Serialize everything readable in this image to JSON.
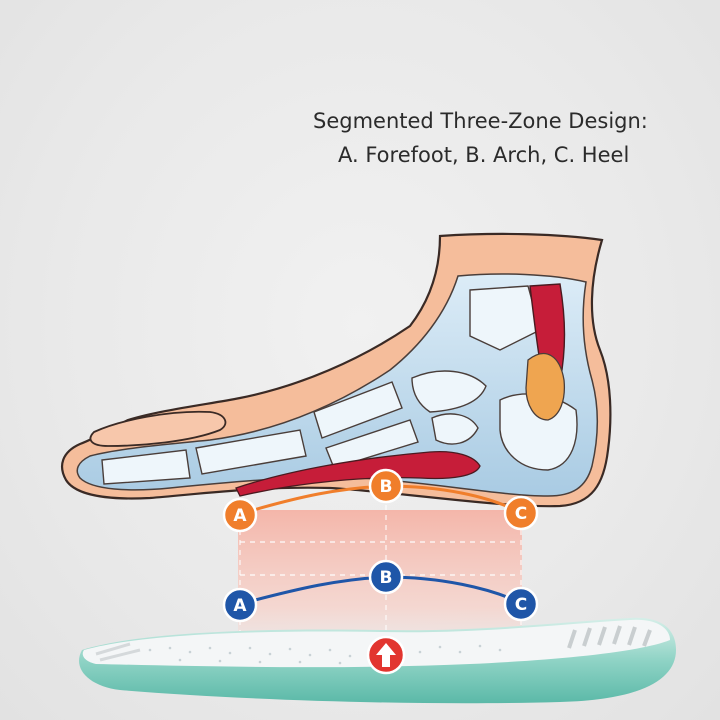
{
  "heading": {
    "line1": "Segmented Three-Zone Design:",
    "line2": "A. Forefoot, B. Arch, C. Heel"
  },
  "zones_top": [
    {
      "letter": "A",
      "zone": "forefoot",
      "color": "#f07e2b"
    },
    {
      "letter": "B",
      "zone": "arch",
      "color": "#f07e2b"
    },
    {
      "letter": "C",
      "zone": "heel",
      "color": "#f07e2b"
    }
  ],
  "zones_bottom": [
    {
      "letter": "A",
      "zone": "forefoot",
      "color": "#1f56a8"
    },
    {
      "letter": "B",
      "zone": "arch",
      "color": "#1f56a8"
    },
    {
      "letter": "C",
      "zone": "heel",
      "color": "#1f56a8"
    }
  ],
  "icons": {
    "up_arrow": "up-arrow-icon",
    "up_arrow_color": "#e2352f"
  },
  "colors": {
    "skin": "#f5bd9b",
    "skin_outline": "#3a2a25",
    "bone": "#b9d6ea",
    "muscle": "#c61d39",
    "fat_pad": "#efa550",
    "insole_foam": "#8fd3c5",
    "pressure_band": "#f7c4b8"
  }
}
